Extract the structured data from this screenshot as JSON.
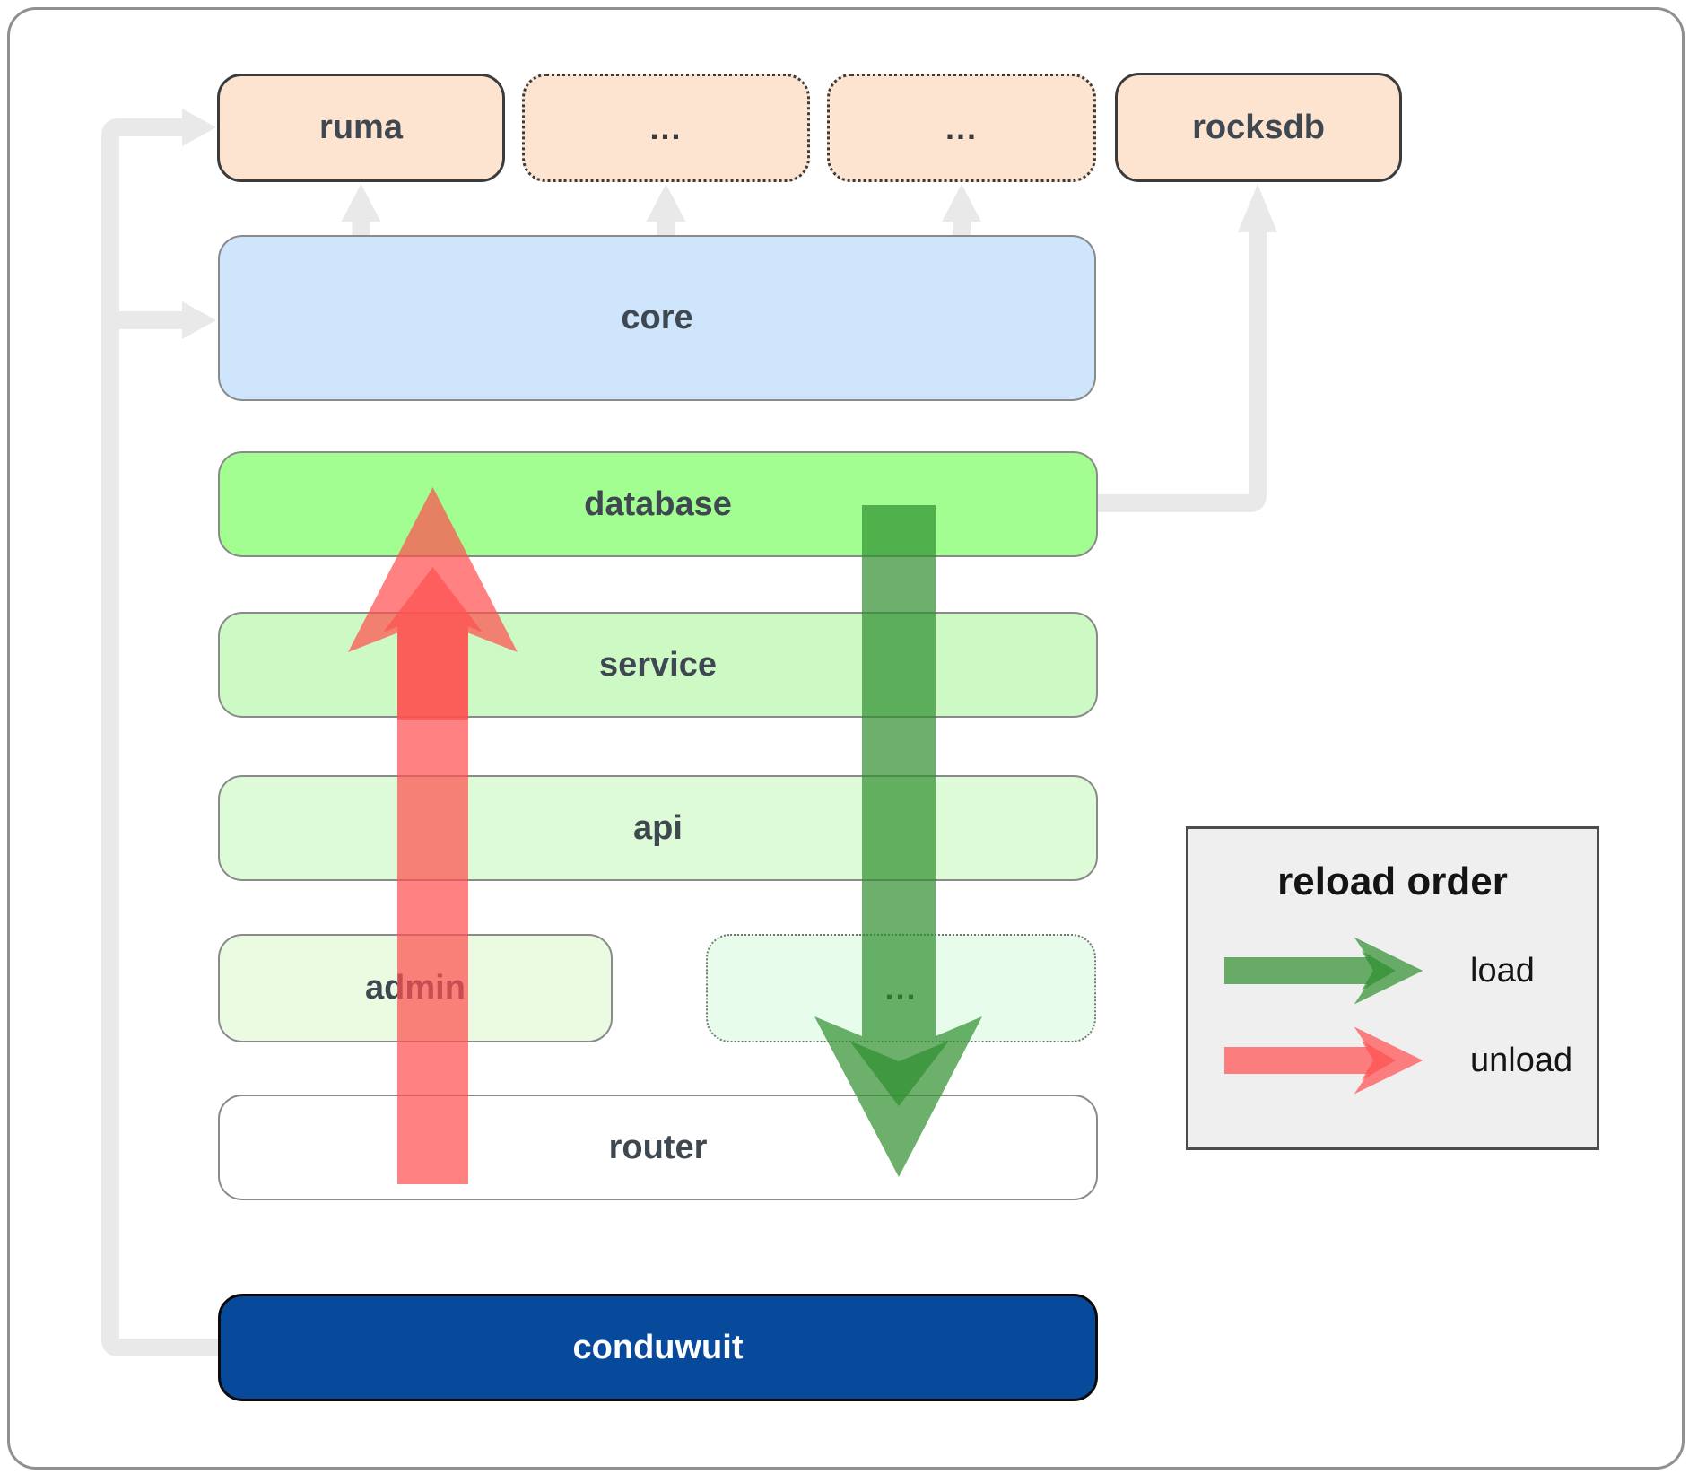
{
  "colors": {
    "load_green": "#2e8f2e",
    "unload_red": "#ff5050",
    "connector_gray": "#e9e9e9",
    "peach": "#fce4d1",
    "blue_core": "#cfe5fb",
    "green_database": "#a2fe90",
    "green_service": "#ccf9c4",
    "green_api": "#ddfbd6",
    "green_admin": "#eafbe2",
    "green_ellipsis": "#e8fcec",
    "white_router": "#ffffff",
    "blue_conduwuit": "#07499a",
    "label_dark": "#3f4750",
    "legend_bg": "#efefef"
  },
  "nodes": {
    "ruma": {
      "label": "ruma"
    },
    "ellipsis_top_1": {
      "label": "..."
    },
    "ellipsis_top_2": {
      "label": "..."
    },
    "rocksdb": {
      "label": "rocksdb"
    },
    "core": {
      "label": "core"
    },
    "database": {
      "label": "database"
    },
    "service": {
      "label": "service"
    },
    "api": {
      "label": "api"
    },
    "admin": {
      "label": "admin"
    },
    "ellipsis_mid": {
      "label": "..."
    },
    "router": {
      "label": "router"
    },
    "conduwuit": {
      "label": "conduwuit"
    }
  },
  "legend": {
    "title": "reload order",
    "items": [
      {
        "label": "load",
        "color": "#2e8f2e"
      },
      {
        "label": "unload",
        "color": "#ff5050"
      }
    ]
  }
}
